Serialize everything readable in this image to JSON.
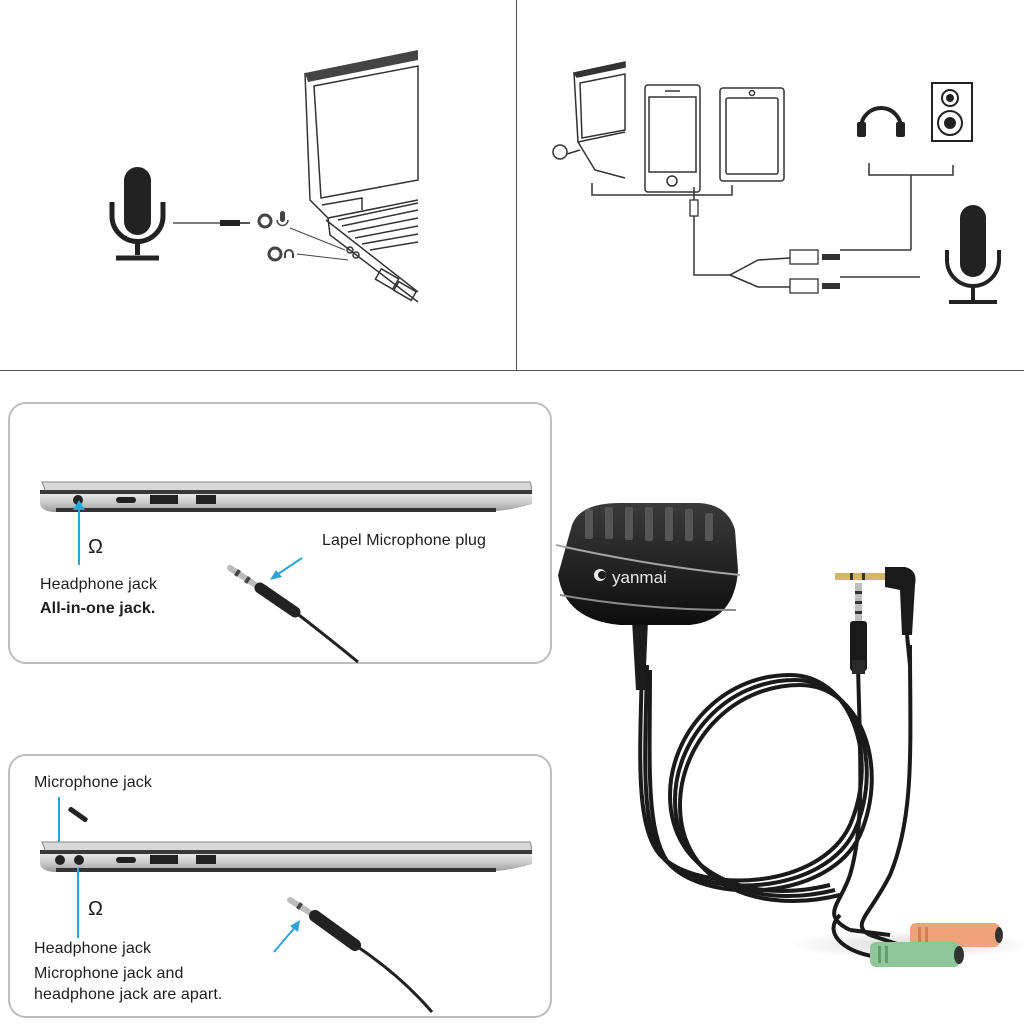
{
  "top_left_diagram": {
    "title": "Microphone to laptop connection",
    "jack_icons": [
      "microphone-jack-icon",
      "headphone-jack-icon"
    ]
  },
  "top_right_diagram": {
    "title": "Splitter connection diagram",
    "devices": [
      "laptop",
      "smartphone",
      "tablet",
      "headphones",
      "speaker",
      "microphone"
    ]
  },
  "panel_all_in_one": {
    "plug_label": "Lapel Microphone plug",
    "headphone_label": "Headphone jack",
    "jack_note": "All-in-one jack.",
    "arrow_color": "#2ea3d6"
  },
  "panel_separate": {
    "mic_label": "Microphone jack",
    "headphone_label": "Headphone jack",
    "jack_note_line1": "Microphone jack and",
    "jack_note_line2": "headphone jack are apart.",
    "arrow_color": "#2ea3d6"
  },
  "product": {
    "brand": "yanmai",
    "plug_colors": {
      "mic": "#8fc79a",
      "headphone": "#f2a27a"
    }
  }
}
